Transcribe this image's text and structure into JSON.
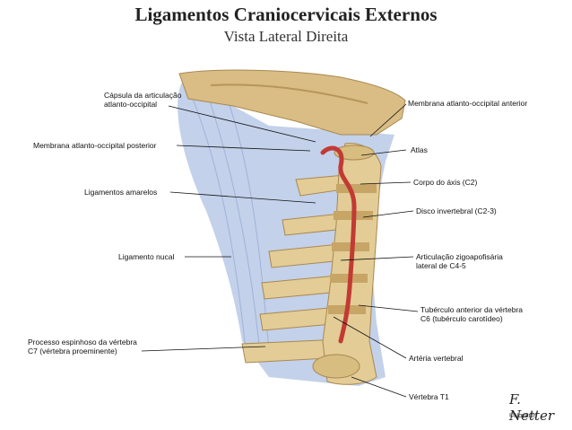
{
  "title": "Ligamentos Craniocervicais Externos",
  "subtitle": "Vista Lateral Direita",
  "labels": {
    "capsula_1": "Cápsula da articulação",
    "capsula_2": "atlanto-occipital",
    "membrana_posterior": "Membrana atlanto-occipital posterior",
    "ligamentos_amarelos": "Ligamentos amarelos",
    "ligamento_nucal": "Ligamento nucal",
    "processo_1": "Processo espinhoso da vértebra",
    "processo_2": "C7 (vértebra proeminente)",
    "membrana_anterior": "Membrana atlanto-occipital anterior",
    "atlas": "Atlas",
    "corpo_axis": "Corpo do áxis (C2)",
    "disco": "Disco invertebral (C2-3)",
    "articulacao_1": "Articulação zigoapofisária",
    "articulacao_2": "lateral de C4-5",
    "tuberculo_1": "Tubérculo anterior da vértebra",
    "tuberculo_2": "C6 (tubérculo carotídeo)",
    "arteria": "Artéria vertebral",
    "vertebra_t1": "Vértebra T1"
  },
  "logo": {
    "signature": "F. Netter",
    "text": "©Novartis"
  },
  "colors": {
    "ligament": "#b9c9e6",
    "bone": "#e3cc96",
    "bone_dark": "#c7a566",
    "skull": "#d9bd84",
    "artery": "#c23a34"
  }
}
